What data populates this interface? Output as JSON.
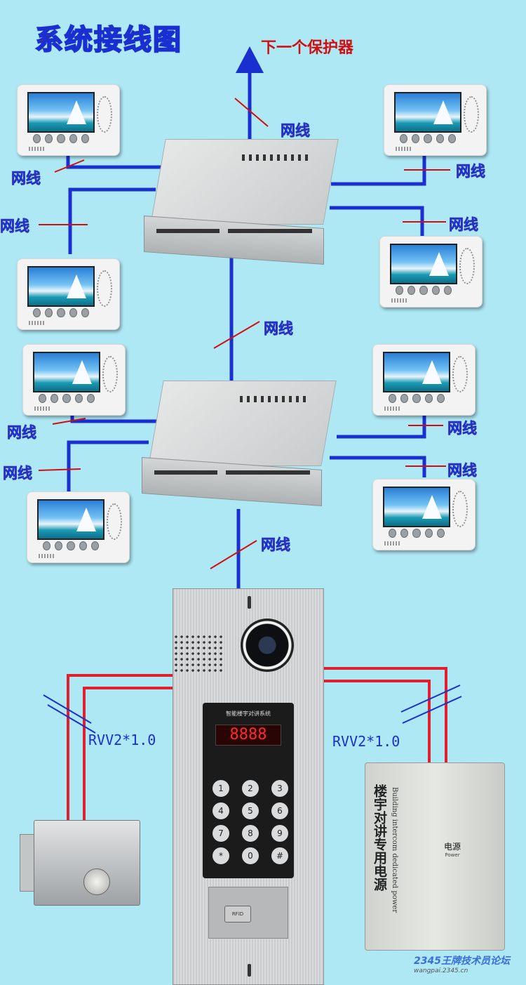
{
  "title": "系统接线图",
  "next_protector": "下一个保护器",
  "net_label": "网线",
  "cable_rvv": "RVV2*1.0",
  "door_panel": {
    "header": "智能楼宇对讲系统",
    "display": "8888",
    "keys": [
      "1",
      "2",
      "3",
      "4",
      "5",
      "6",
      "7",
      "8",
      "9",
      "*",
      "0",
      "#"
    ],
    "rfid": "RFID"
  },
  "power_supply": {
    "vertical_title": "楼宇对讲专用电源",
    "vertical_sub": "Building intercom dedicated power",
    "label": "电源",
    "label_en": "Power"
  },
  "watermark": {
    "brand": "2345王牌技术员论坛",
    "url": "wangpai.2345.cn"
  },
  "colors": {
    "background": "#aee8f5",
    "network_wire": "#1a2fd0",
    "power_wire": "#e0202c",
    "label_red": "#c8102e"
  }
}
